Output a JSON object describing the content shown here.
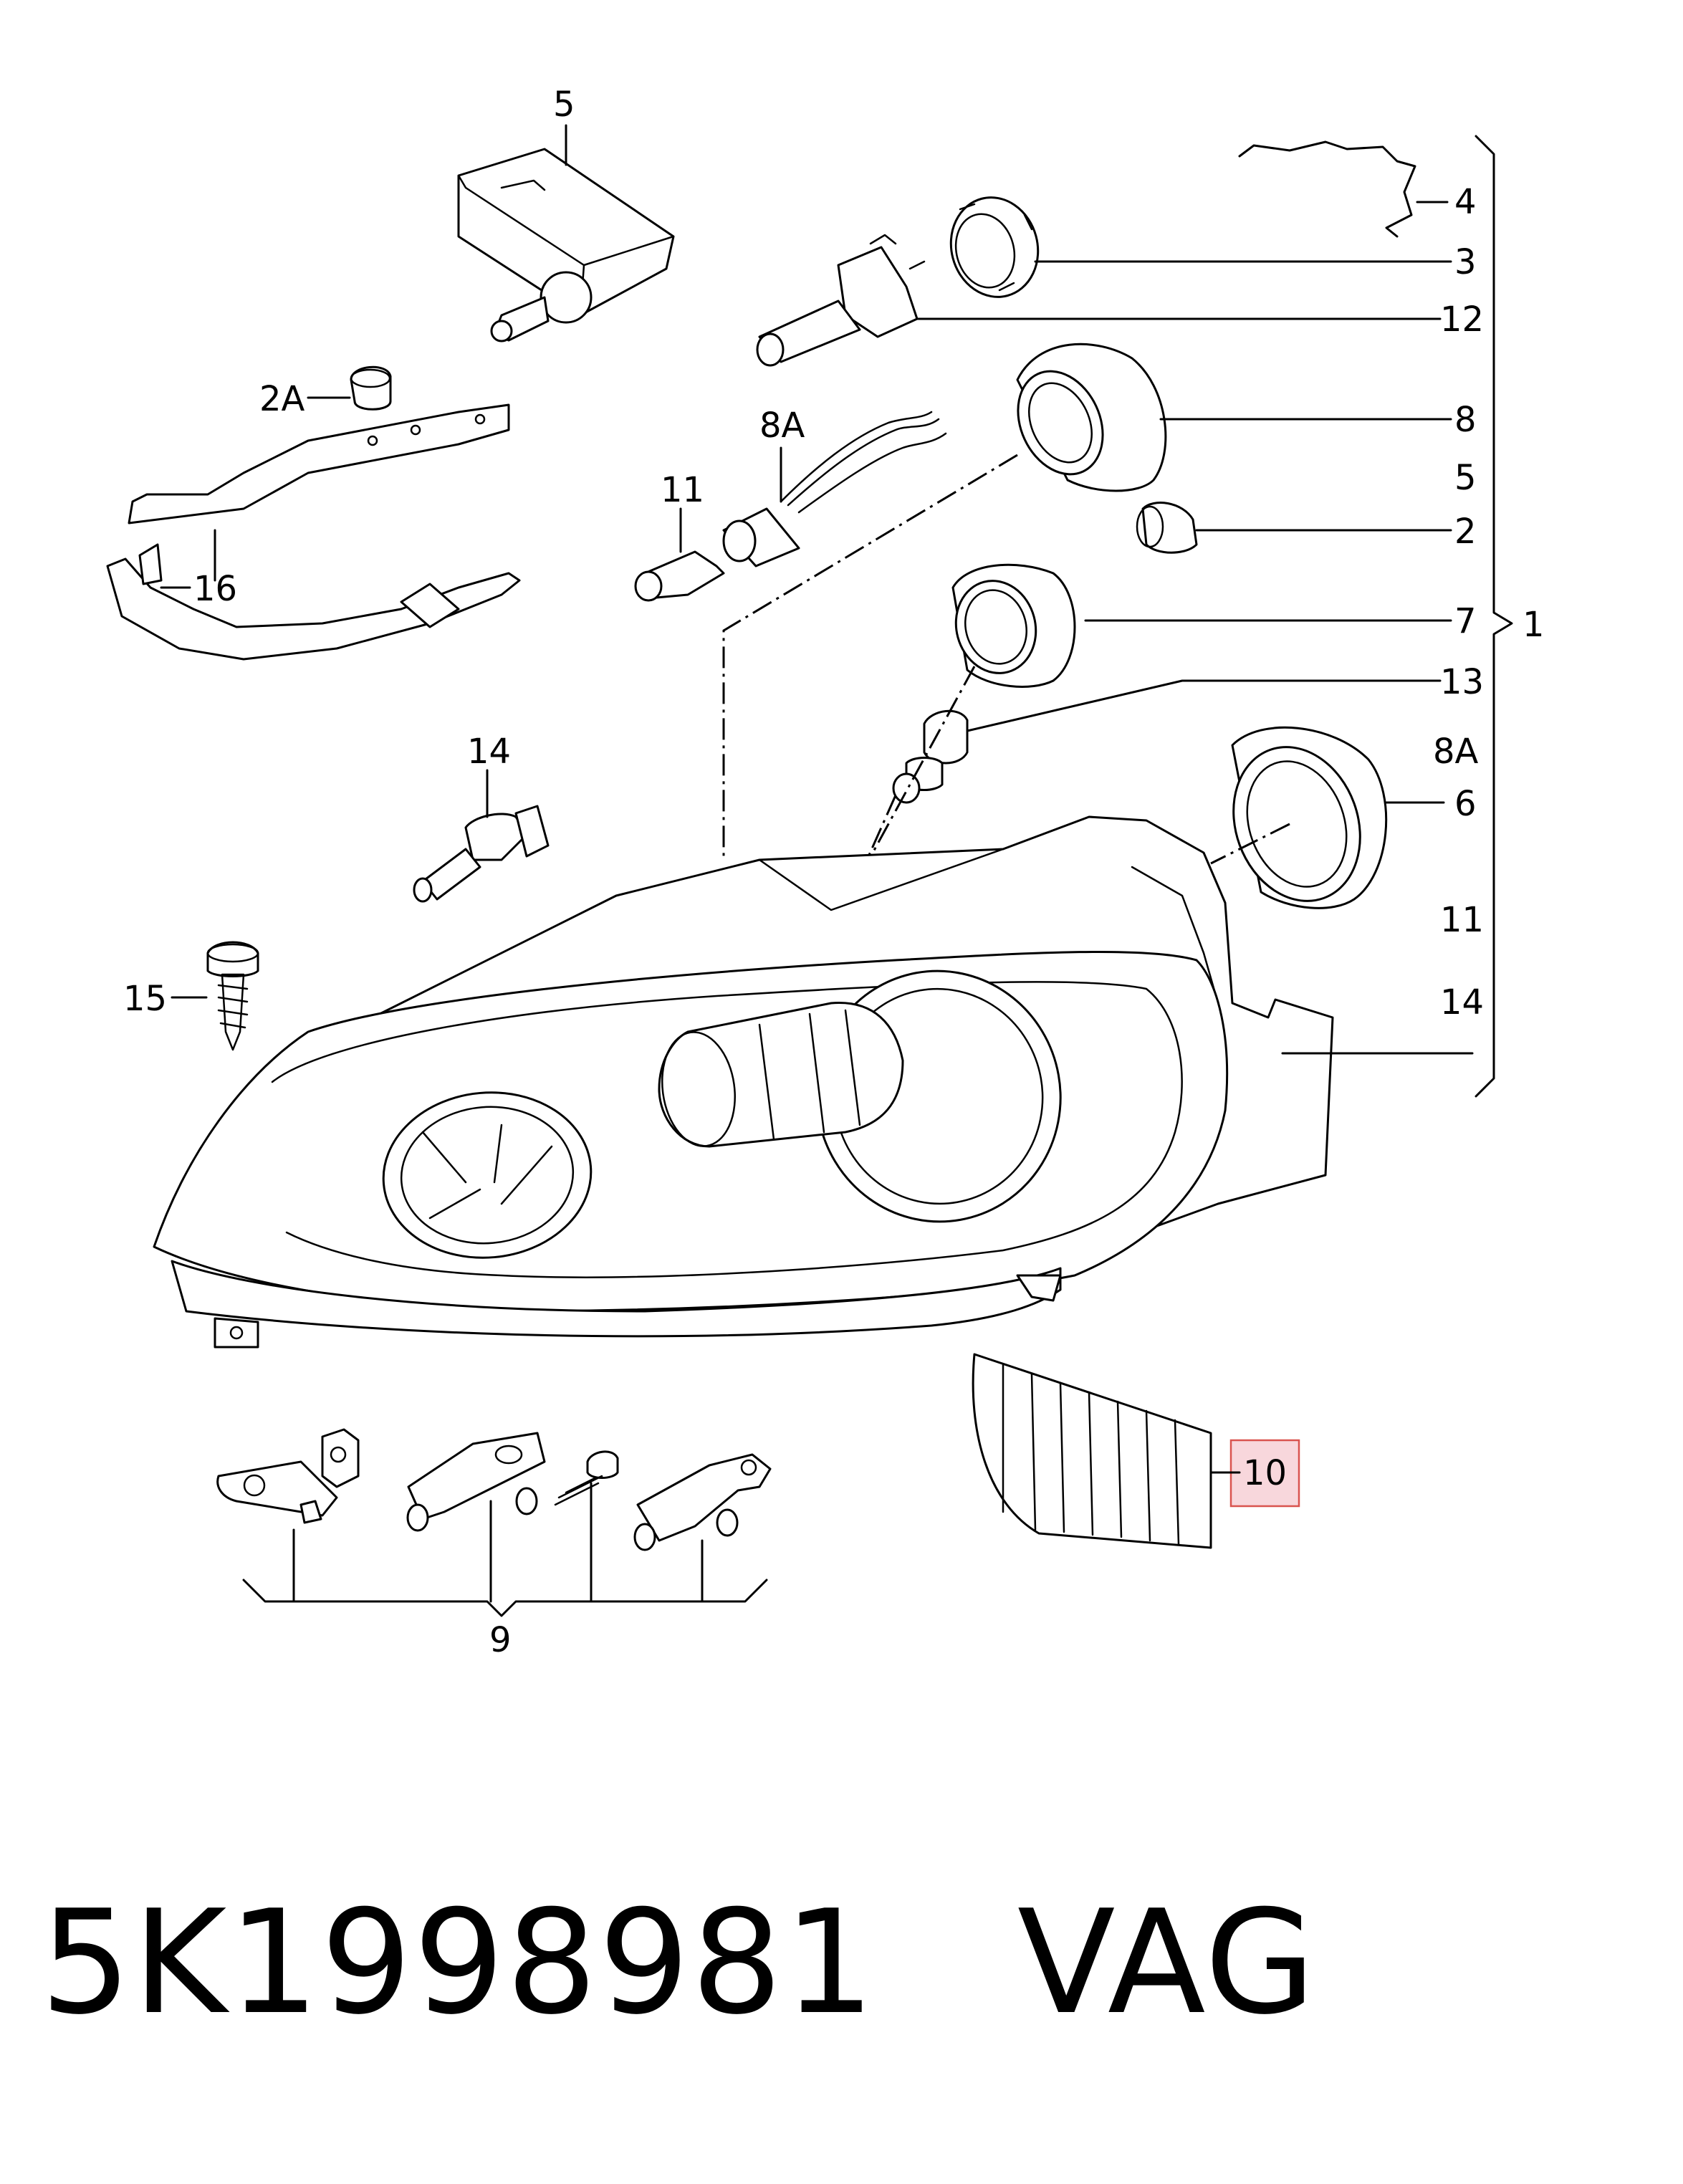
{
  "callouts": {
    "c5": "5",
    "c4": "4",
    "c3": "3",
    "c12": "12",
    "c2a": "2A",
    "c8a": "8A",
    "c8": "8",
    "c5r": "5",
    "c11": "11",
    "c2": "2",
    "c16": "16",
    "c7": "7",
    "c1": "1",
    "c13": "13",
    "c14": "14",
    "c8ar": "8A",
    "c6": "6",
    "c11r": "11",
    "c15": "15",
    "c14r": "14",
    "c10": "10",
    "c9": "9"
  },
  "highlight_color": "#f8d7dc",
  "highlight_border": "#d9534f",
  "caption": {
    "part_number": "5K1998981",
    "brand": "VAG"
  }
}
